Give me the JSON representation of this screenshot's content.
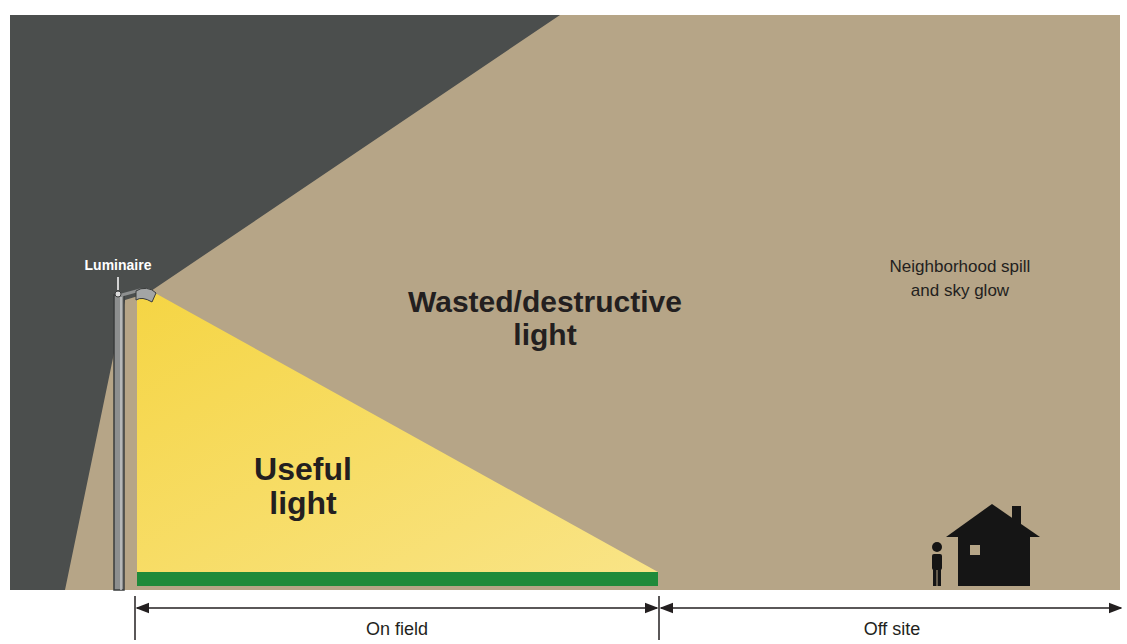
{
  "diagram": {
    "nodes": [
      {
        "text": [
          "Wasted/destructive light",
          "Neighborhood spill and sky glow"
        ]
      },
      {
        "text": [
          "Useful light"
        ]
      }
    ],
    "labels": [
      "Luminaire",
      "On field",
      "Off site"
    ]
  }
}
